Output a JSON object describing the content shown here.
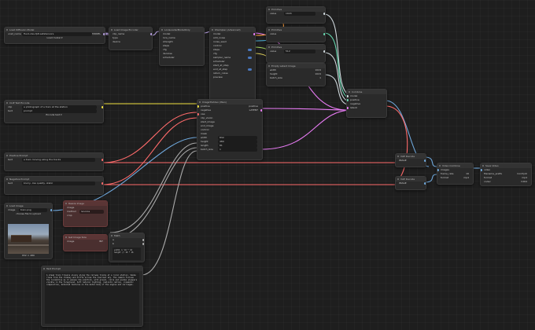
{
  "app": {
    "canvas": "node graph"
  },
  "colors": {
    "model": "#b39ddb",
    "clip": "#f0e040",
    "conditioning": "#ff6b6b",
    "image": "#6fa8dc",
    "latent": "#e97cf5",
    "background": "#1e1e1e"
  },
  "nodes": {
    "model_loader": {
      "title": "Load Diffusion Model",
      "field_label": "unet_name",
      "value": "flux1-dev-fp8.safetensors",
      "output": "MODEL",
      "footer": "Load model ▾"
    },
    "input_loader": {
      "title": "Load Image Encoder",
      "rows": [
        "clip_name",
        "type",
        "device"
      ]
    },
    "lora": {
      "title": "LoraLoaderModelOnly",
      "rows": [
        "model",
        "lora_name",
        "strength",
        "steps",
        "cfg",
        "denoise",
        "scheduler"
      ]
    },
    "sampler": {
      "title": "KSampler (Advanced)",
      "rows": [
        "model",
        "add_noise",
        "noise_seed",
        "control",
        "steps",
        "cfg",
        "sampler_name",
        "scheduler",
        "start_at_step",
        "end_at_step",
        "return_noise",
        "preview"
      ]
    },
    "tr1": {
      "title": "Primitive",
      "label": "value",
      "value": "1024"
    },
    "tr2": {
      "title": "Primitive",
      "label": "value"
    },
    "tr3": {
      "title": "Primitive",
      "label": "value",
      "value": "512"
    },
    "tr4": {
      "title": "Empty Latent Image",
      "rows": [
        "width",
        "height",
        "batch_size"
      ],
      "vals": [
        "1024",
        "1024",
        "1"
      ]
    },
    "combine": {
      "title": "Combine",
      "rows": [
        "model",
        "positive",
        "negative",
        "latent"
      ]
    },
    "prompt_main": {
      "title": "CLIP Text Encode",
      "label": "clip",
      "value": "a photograph of a train at the station",
      "label2": "text",
      "value2": "prompt",
      "footer": "Encode text ▾"
    },
    "central": {
      "title": "ImageToVideo (Wan)",
      "rows": [
        "positive",
        "negative",
        "vae",
        "clip_vision",
        "start_image",
        "end_image",
        "control",
        "mask",
        "width",
        "height",
        "length",
        "batch_size"
      ],
      "outs": [
        "positive",
        "LATENT"
      ],
      "vals": [
        "832",
        "480",
        "81",
        "1"
      ]
    },
    "positive": {
      "title": "Positive Prompt",
      "label": "text",
      "value": "a train moving along the tracks"
    },
    "negative": {
      "title": "Negative Prompt",
      "label": "text",
      "value": "blurry, low quality, static"
    },
    "cond_pos": {
      "title": "VAE Decode",
      "label": "IMAGE"
    },
    "cond_neg": {
      "title": "VAE Decode",
      "label": "IMAGE"
    },
    "decode": {
      "title": "Video Combine",
      "rows": [
        "images",
        "frame_rate",
        "format"
      ],
      "vals": [
        "16",
        "mp4"
      ]
    },
    "save": {
      "title": "Save Video",
      "rows": [
        "video",
        "filename_prefix",
        "format",
        "codec"
      ],
      "vals": [
        "ComfyUI",
        "mp4",
        "h264"
      ]
    },
    "load_image": {
      "title": "Load Image",
      "label": "image",
      "value": "train.png",
      "upload": "choose file to upload",
      "dims": "832 × 480"
    },
    "red_a": {
      "title": "Resize Image",
      "rows": [
        "image",
        "method",
        "crop"
      ],
      "value": "lanczos"
    },
    "red_b": {
      "title": "Get Image Size",
      "rows": [
        "image"
      ],
      "vals": [
        "INT"
      ]
    },
    "expr": {
      "title": "Math",
      "rows": [
        "a",
        "b"
      ],
      "code": "width // 16 * 16\nheight // 16 * 16"
    },
    "text_prompt": {
      "title": "Text Prompt",
      "text": "A steam train travels slowly along the railway tracks at a rural station. Smoke rises from the chimney and drifts across the overcast sky. The camera follows the locomotive as it passes the platform, with gravel, rails and wooden sleepers visible in the foreground. Soft natural lighting, realistic motion, cinematic composition, detailed textures on the metal body of the engine and carriages."
    }
  }
}
